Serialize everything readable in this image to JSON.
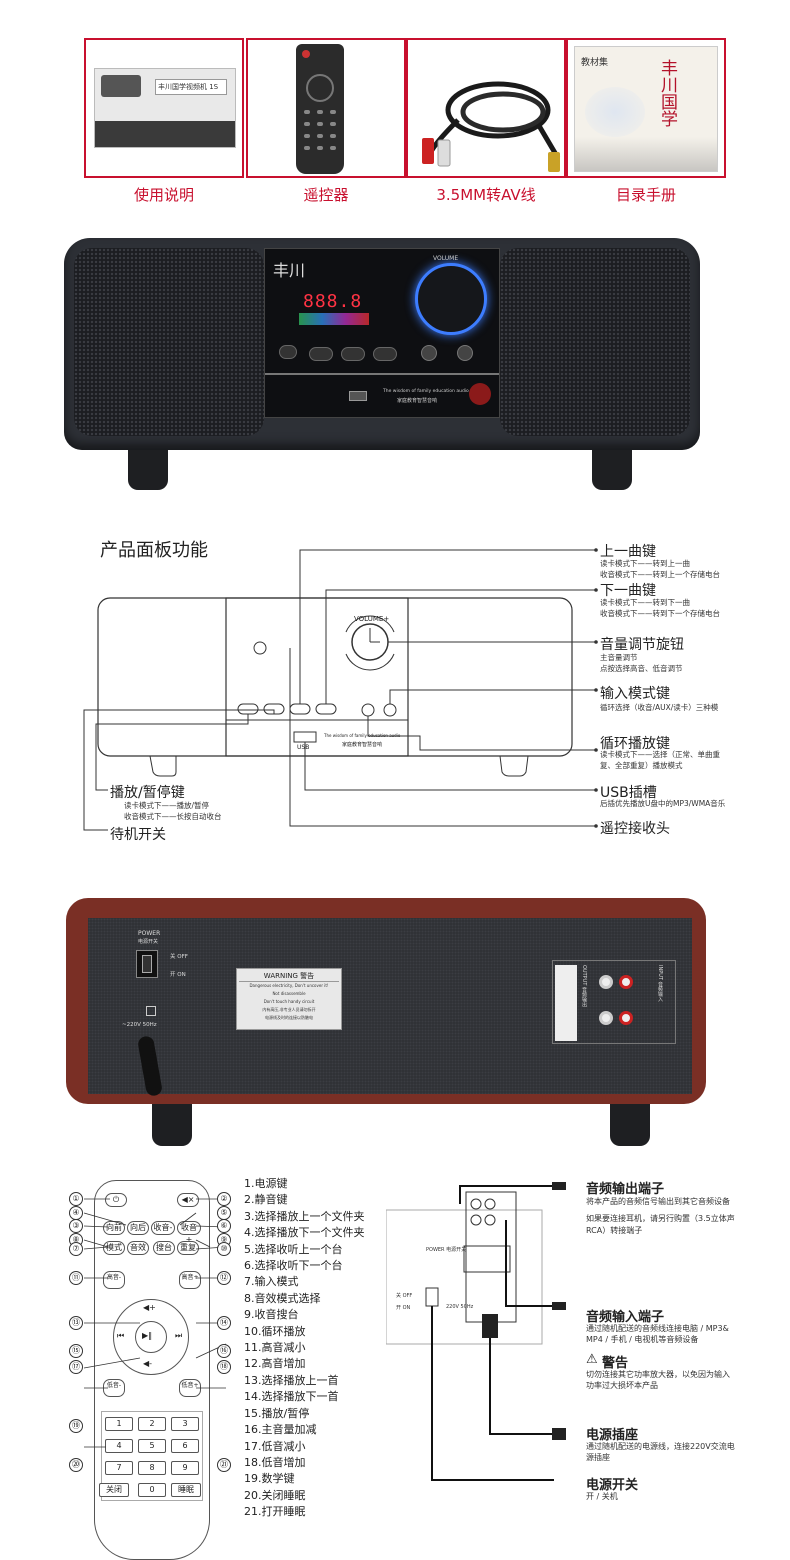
{
  "accessories": [
    {
      "label": "使用说明"
    },
    {
      "label": "遥控器"
    },
    {
      "label": "3.5MM转AV线"
    },
    {
      "label": "目录手册"
    }
  ],
  "manual_image": {
    "band_text": "丰川国学视频机 1S"
  },
  "catalog_image": {
    "brand": "丰川国学",
    "corner_text": "教材集"
  },
  "speaker": {
    "brand": "丰川",
    "display": "888.8",
    "volume_label": "VOLUME",
    "tagline": "The wisdom of family education audio",
    "tagline_cn": "家庭教育智慧音响"
  },
  "panel_section": {
    "title": "产品面板功能",
    "volume_label": "VOLUME+",
    "tagline": "The wisdom of family education audio",
    "tagline_cn": "家庭教育智慧音响",
    "usb_label": "USB",
    "labels": {
      "next_track": {
        "title": "上一曲键",
        "lines": [
          "读卡模式下——转到上一曲",
          "收音模式下——转到上一个存储电台"
        ]
      },
      "prev_track": {
        "title": "下一曲键",
        "lines": [
          "读卡模式下——转到下一曲",
          "收音模式下——转到下一个存储电台"
        ]
      },
      "volume_knob": {
        "title": "音量调节旋钮",
        "lines": [
          "主音量调节",
          "点按选择高音、低音调节"
        ]
      },
      "input_mode": {
        "title": "输入模式键",
        "lines": [
          "循环选择（收音/AUX/读卡）三种模"
        ]
      },
      "loop_play": {
        "title": "循环播放键",
        "lines": [
          "读卡模式下——选择（正常、单曲重",
          "复、全部重复）播放模式"
        ]
      },
      "usb_slot": {
        "title": "USB插槽",
        "lines": [
          "后插优先播放U盘中的MP3/WMA音乐"
        ]
      },
      "ir_receiver": {
        "title": "遥控接收头",
        "lines": []
      },
      "play_pause": {
        "title": "播放/暂停键",
        "lines": [
          "读卡模式下——播放/暂停",
          "收音模式下——长按自动收台"
        ]
      },
      "standby": {
        "title": "待机开关",
        "lines": []
      }
    }
  },
  "rear": {
    "power_label": "POWER",
    "power_cn": "电源开关",
    "off": "关 OFF",
    "on": "开 ON",
    "voltage": "~220V 50Hz",
    "warning_title": "WARNING 警告",
    "warning_lines": [
      "Dangerous electricity, Don't uncover it!",
      "Not disassemble",
      "Don't touch handy circuit",
      "内有高压,非专业人员请勿拆开",
      "电源线及时的连接以防触电"
    ],
    "output_label": "OUTPUT 音频输出",
    "input_label": "INPUT 音频输入"
  },
  "remote": {
    "buttons": {
      "power": "⏻",
      "mute": "◀×",
      "folder_prev": "向前",
      "folder_next": "向后",
      "ch_down": "收音-",
      "ch_up": "收音+",
      "mode": "模式",
      "eq": "音效",
      "scan": "搜台",
      "repeat": "重复",
      "treble_down": "高音-",
      "treble_up": "高音+",
      "vol_up": "◀+",
      "vol_down": "◀-",
      "prev": "⏮",
      "next": "⏭",
      "play": "▶‖",
      "bass_down": "低音-",
      "bass_up": "低音+",
      "off_sleep": "关闭",
      "sleep": "睡眠",
      "digits": [
        "1",
        "2",
        "3",
        "4",
        "5",
        "6",
        "7",
        "8",
        "9",
        "0"
      ]
    },
    "callouts": [
      "①",
      "②",
      "③",
      "④",
      "⑤",
      "⑥",
      "⑦",
      "⑧",
      "⑨",
      "⑩",
      "⑪",
      "⑫",
      "⑬",
      "⑭",
      "⑮",
      "⑯",
      "⑰",
      "⑱",
      "⑲",
      "⑳",
      "㉑"
    ],
    "list": [
      "1.电源键",
      "2.静音键",
      "3.选择播放上一个文件夹",
      "4.选择播放下一个文件夹",
      "5.选择收听上一个台",
      "6.选择收听下一个台",
      "7.输入模式",
      "8.音效模式选择",
      "9.收音搜台",
      "10.循环播放",
      "11.高音减小",
      "12.高音增加",
      "13.选择播放上一首",
      "14.选择播放下一首",
      "15.播放/暂停",
      "16.主音量加减",
      "17.低音减小",
      "18.低音增加",
      "19.数学键",
      "20.关闭睡眠",
      "21.打开睡眠"
    ]
  },
  "ports": {
    "audio_out": {
      "title": "音频输出端子",
      "lines": [
        "将本产品的音频信号输出到其它音频设备",
        "",
        "如果要连接耳机，请另行购置（3.5立体声",
        "RCA）转接端子"
      ]
    },
    "audio_in": {
      "title": "音频输入端子",
      "lines": [
        "通过随机配送的音频线连接电脑 / MP3&",
        "MP4 / 手机 / 电视机等音频设备"
      ]
    },
    "warning": {
      "title": "警告",
      "lines": [
        "切勿连接其它功率放大器，以免因为输入",
        "功率过大损坏本产品"
      ]
    },
    "power_socket": {
      "title": "电源插座",
      "lines": [
        "通过随机配送的电源线，连接220V交流电",
        "源插座"
      ]
    },
    "power_switch": {
      "title": "电源开关",
      "lines": [
        "开 / 关机"
      ]
    },
    "mini_power": "POWER 电源开关",
    "mini_off": "关 OFF",
    "mini_on": "开 ON",
    "mini_voltage": "220V 50Hz"
  }
}
